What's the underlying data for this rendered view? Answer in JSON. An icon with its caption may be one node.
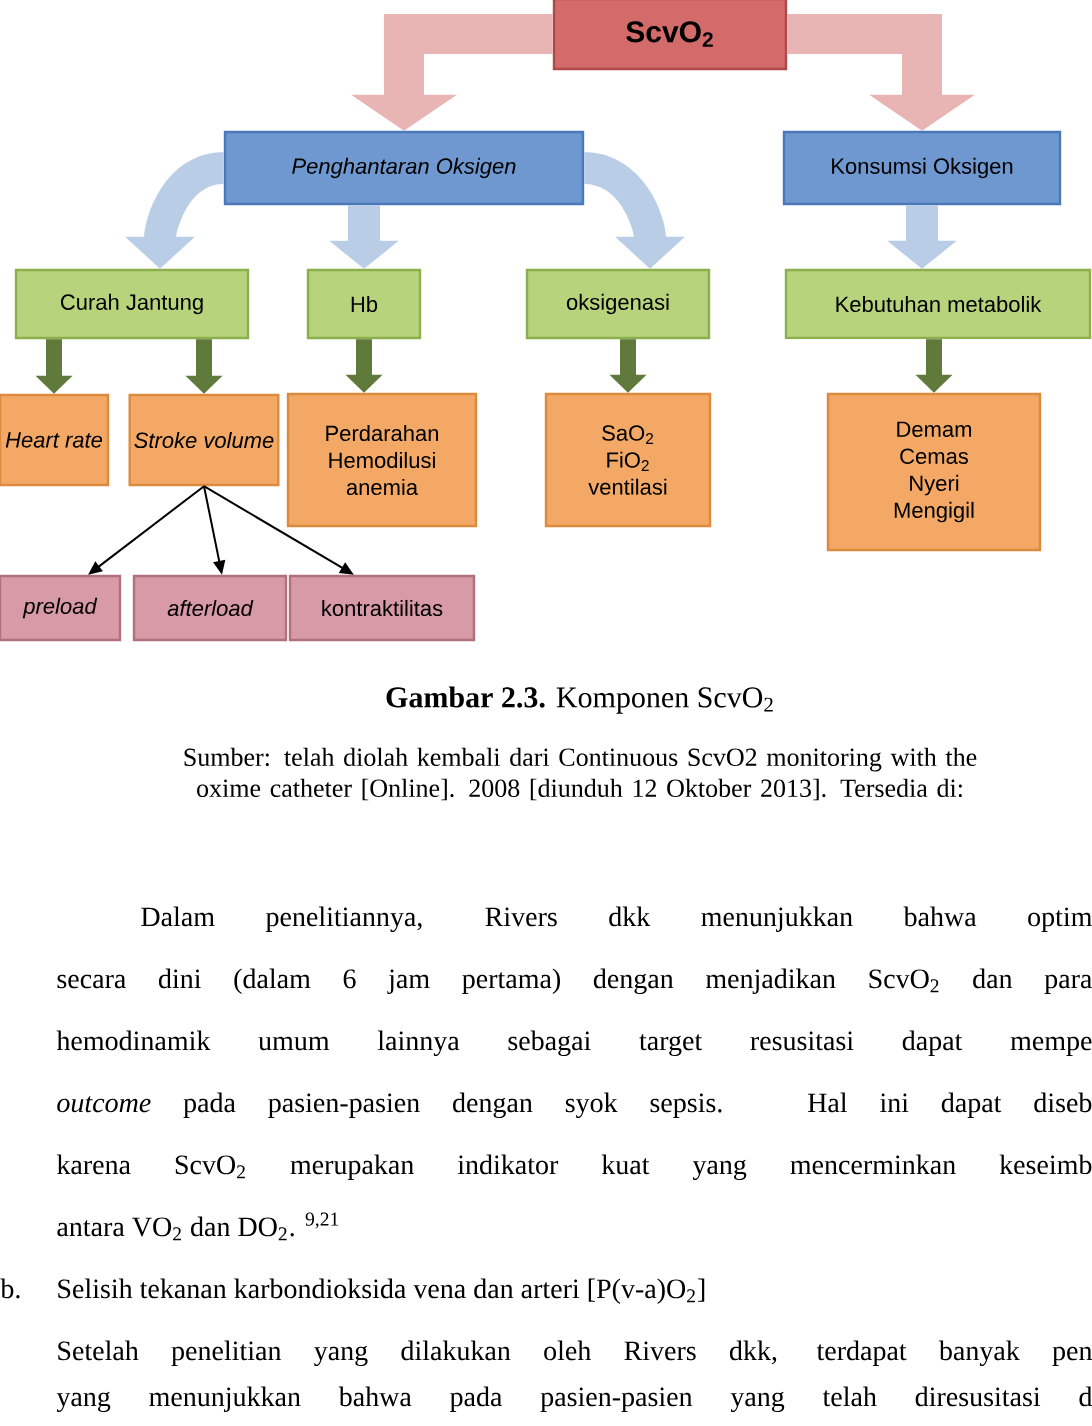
{
  "diagram": {
    "caption": "**Gambar 2.3.** Komponen ScvO$_{2}$",
    "nodes": [
      {
        "text": [
          "ScvO$_{2}$"
        ]
      },
      {
        "text": [
          "Penghantaran Oksigen"
        ]
      },
      {
        "text": [
          "Konsumsi Oksigen"
        ]
      },
      {
        "text": [
          "Curah Jantung"
        ]
      },
      {
        "text": [
          "Hb"
        ]
      },
      {
        "text": [
          "oksigenasi"
        ]
      },
      {
        "text": [
          "Kebutuhan metabolik"
        ]
      },
      {
        "text": [
          "Heart rate"
        ]
      },
      {
        "text": [
          "Stroke volume"
        ]
      },
      {
        "text": [
          "Perdarahan",
          "Hemodilusi",
          "anemia"
        ]
      },
      {
        "text": [
          "SaO$_{2}$",
          "FiO$_{2}$",
          "ventilasi"
        ]
      },
      {
        "text": [
          "Demam",
          "Cemas",
          "Nyeri",
          "Mengigil"
        ]
      },
      {
        "text": [
          "preload"
        ]
      },
      {
        "text": [
          "afterload"
        ]
      },
      {
        "text": [
          "kontraktilitas"
        ]
      }
    ],
    "edges": [
      {
        "from": 0,
        "to": 1,
        "arrow": "to",
        "style": "thick",
        "color": "#e8b4b4"
      },
      {
        "from": 0,
        "to": 2,
        "arrow": "to",
        "style": "thick",
        "color": "#e8b4b4"
      },
      {
        "from": 1,
        "to": 3,
        "arrow": "to",
        "style": "thick",
        "color": "#b9cde6"
      },
      {
        "from": 1,
        "to": 4,
        "arrow": "to",
        "style": "thick",
        "color": "#b9cde6"
      },
      {
        "from": 1,
        "to": 5,
        "arrow": "to",
        "style": "thick",
        "color": "#b9cde6"
      },
      {
        "from": 2,
        "to": 6,
        "arrow": "to",
        "style": "thick",
        "color": "#b9cde6"
      },
      {
        "from": 3,
        "to": 7,
        "arrow": "to",
        "color": "#5f7a3a"
      },
      {
        "from": 3,
        "to": 8,
        "arrow": "to",
        "color": "#5f7a3a"
      },
      {
        "from": 4,
        "to": 9,
        "arrow": "to",
        "color": "#5f7a3a"
      },
      {
        "from": 5,
        "to": 10,
        "arrow": "to",
        "color": "#5f7a3a"
      },
      {
        "from": 6,
        "to": 11,
        "arrow": "to",
        "color": "#5f7a3a"
      },
      {
        "from": 8,
        "to": 12,
        "arrow": "to",
        "color": "#000000"
      },
      {
        "from": 8,
        "to": 13,
        "arrow": "to",
        "color": "#000000"
      },
      {
        "from": 8,
        "to": 14,
        "arrow": "to",
        "color": "#000000"
      }
    ],
    "labels": [
      "Sumber: telah diolah kembali dari Continuous ScvO2 monitoring with the oxime catheter [Online]. 2008 [diunduh 12 Oktober 2013]. Tersedia di:",
      "Dalam penelitiannya, Rivers dkk menunjukkan bahwa optim",
      "secara dini (dalam 6 jam pertama) dengan menjadikan ScvO$_{2}$ dan para",
      "hemodinamik umum lainnya sebagai target resusitasi dapat mempe",
      "*outcome* pada pasien-pasien dengan syok sepsis. Hal ini dapat diseb",
      "karena ScvO$_{2}$ merupakan indikator kuat yang mencerminkan keseimb",
      "antara VO$_{2}$ dan DO$_{2}$. $^{9,21}$",
      "b.",
      "Selisih tekanan karbondioksida vena dan arteri [P(v-a)O$_{2}$]",
      "Setelah penelitian yang dilakukan oleh Rivers dkk, terdapat banyak pen",
      "yang menunjukkan bahwa pada pasien-pasien yang telah diresusitasi d"
    ]
  }
}
